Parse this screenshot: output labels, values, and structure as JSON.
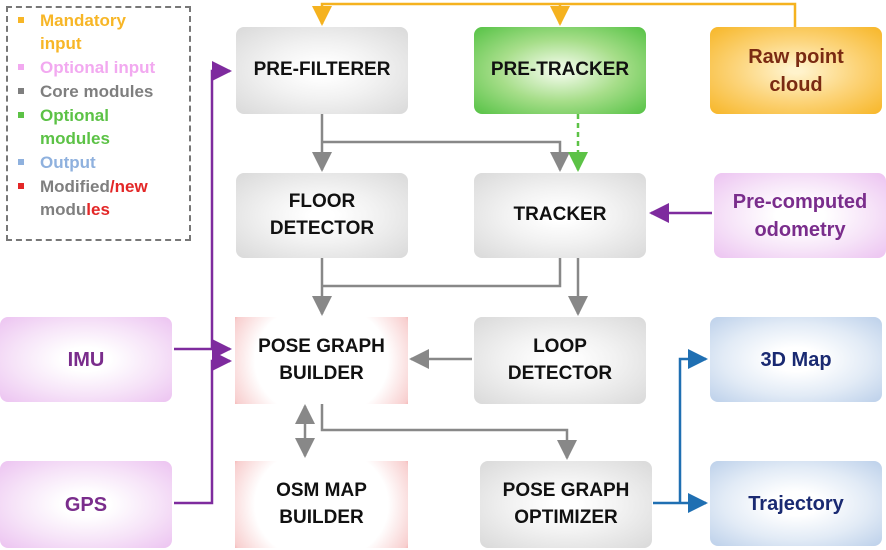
{
  "colors": {
    "mandatory": "#f7b627",
    "optional_input": "#f2a9f0",
    "core": "#7f7f7f",
    "optional_module": "#5cc246",
    "output": "#8fb1de",
    "modified": "#e32727",
    "arrow_core": "#888888",
    "arrow_purple": "#7e2b9e",
    "arrow_orange": "#f5b21f",
    "arrow_green": "#5cc246",
    "arrow_blue": "#1f6fb2"
  },
  "legend": [
    {
      "label": "Mandatory\ninput",
      "color": "#f7b627"
    },
    {
      "label": "Optional input",
      "color": "#f2a9f0"
    },
    {
      "label": "Core modules",
      "color": "#7f7f7f"
    },
    {
      "label": "Optional\nmodules",
      "color": "#5cc246"
    },
    {
      "label": "Output",
      "color": "#8fb1de"
    }
  ],
  "legend_modified": {
    "prefix": "Modified",
    "suffix": "/new",
    "line2_a": "modu",
    "line2_b": "les",
    "color": "#e32727"
  },
  "nodes": {
    "prefilterer": "PRE-FILTERER",
    "pretracker": "PRE-TRACKER",
    "raw": "Raw point\ncloud",
    "floor": "FLOOR\nDETECTOR",
    "tracker": "TRACKER",
    "precomputed": "Pre-computed\nodometry",
    "imu": "IMU",
    "pgb": "POSE GRAPH\nBUILDER",
    "loop": "LOOP\nDETECTOR",
    "map3d": "3D Map",
    "gps": "GPS",
    "osm": "OSM MAP\nBUILDER",
    "pgo": "POSE GRAPH\nOPTIMIZER",
    "trajectory": "Trajectory"
  }
}
